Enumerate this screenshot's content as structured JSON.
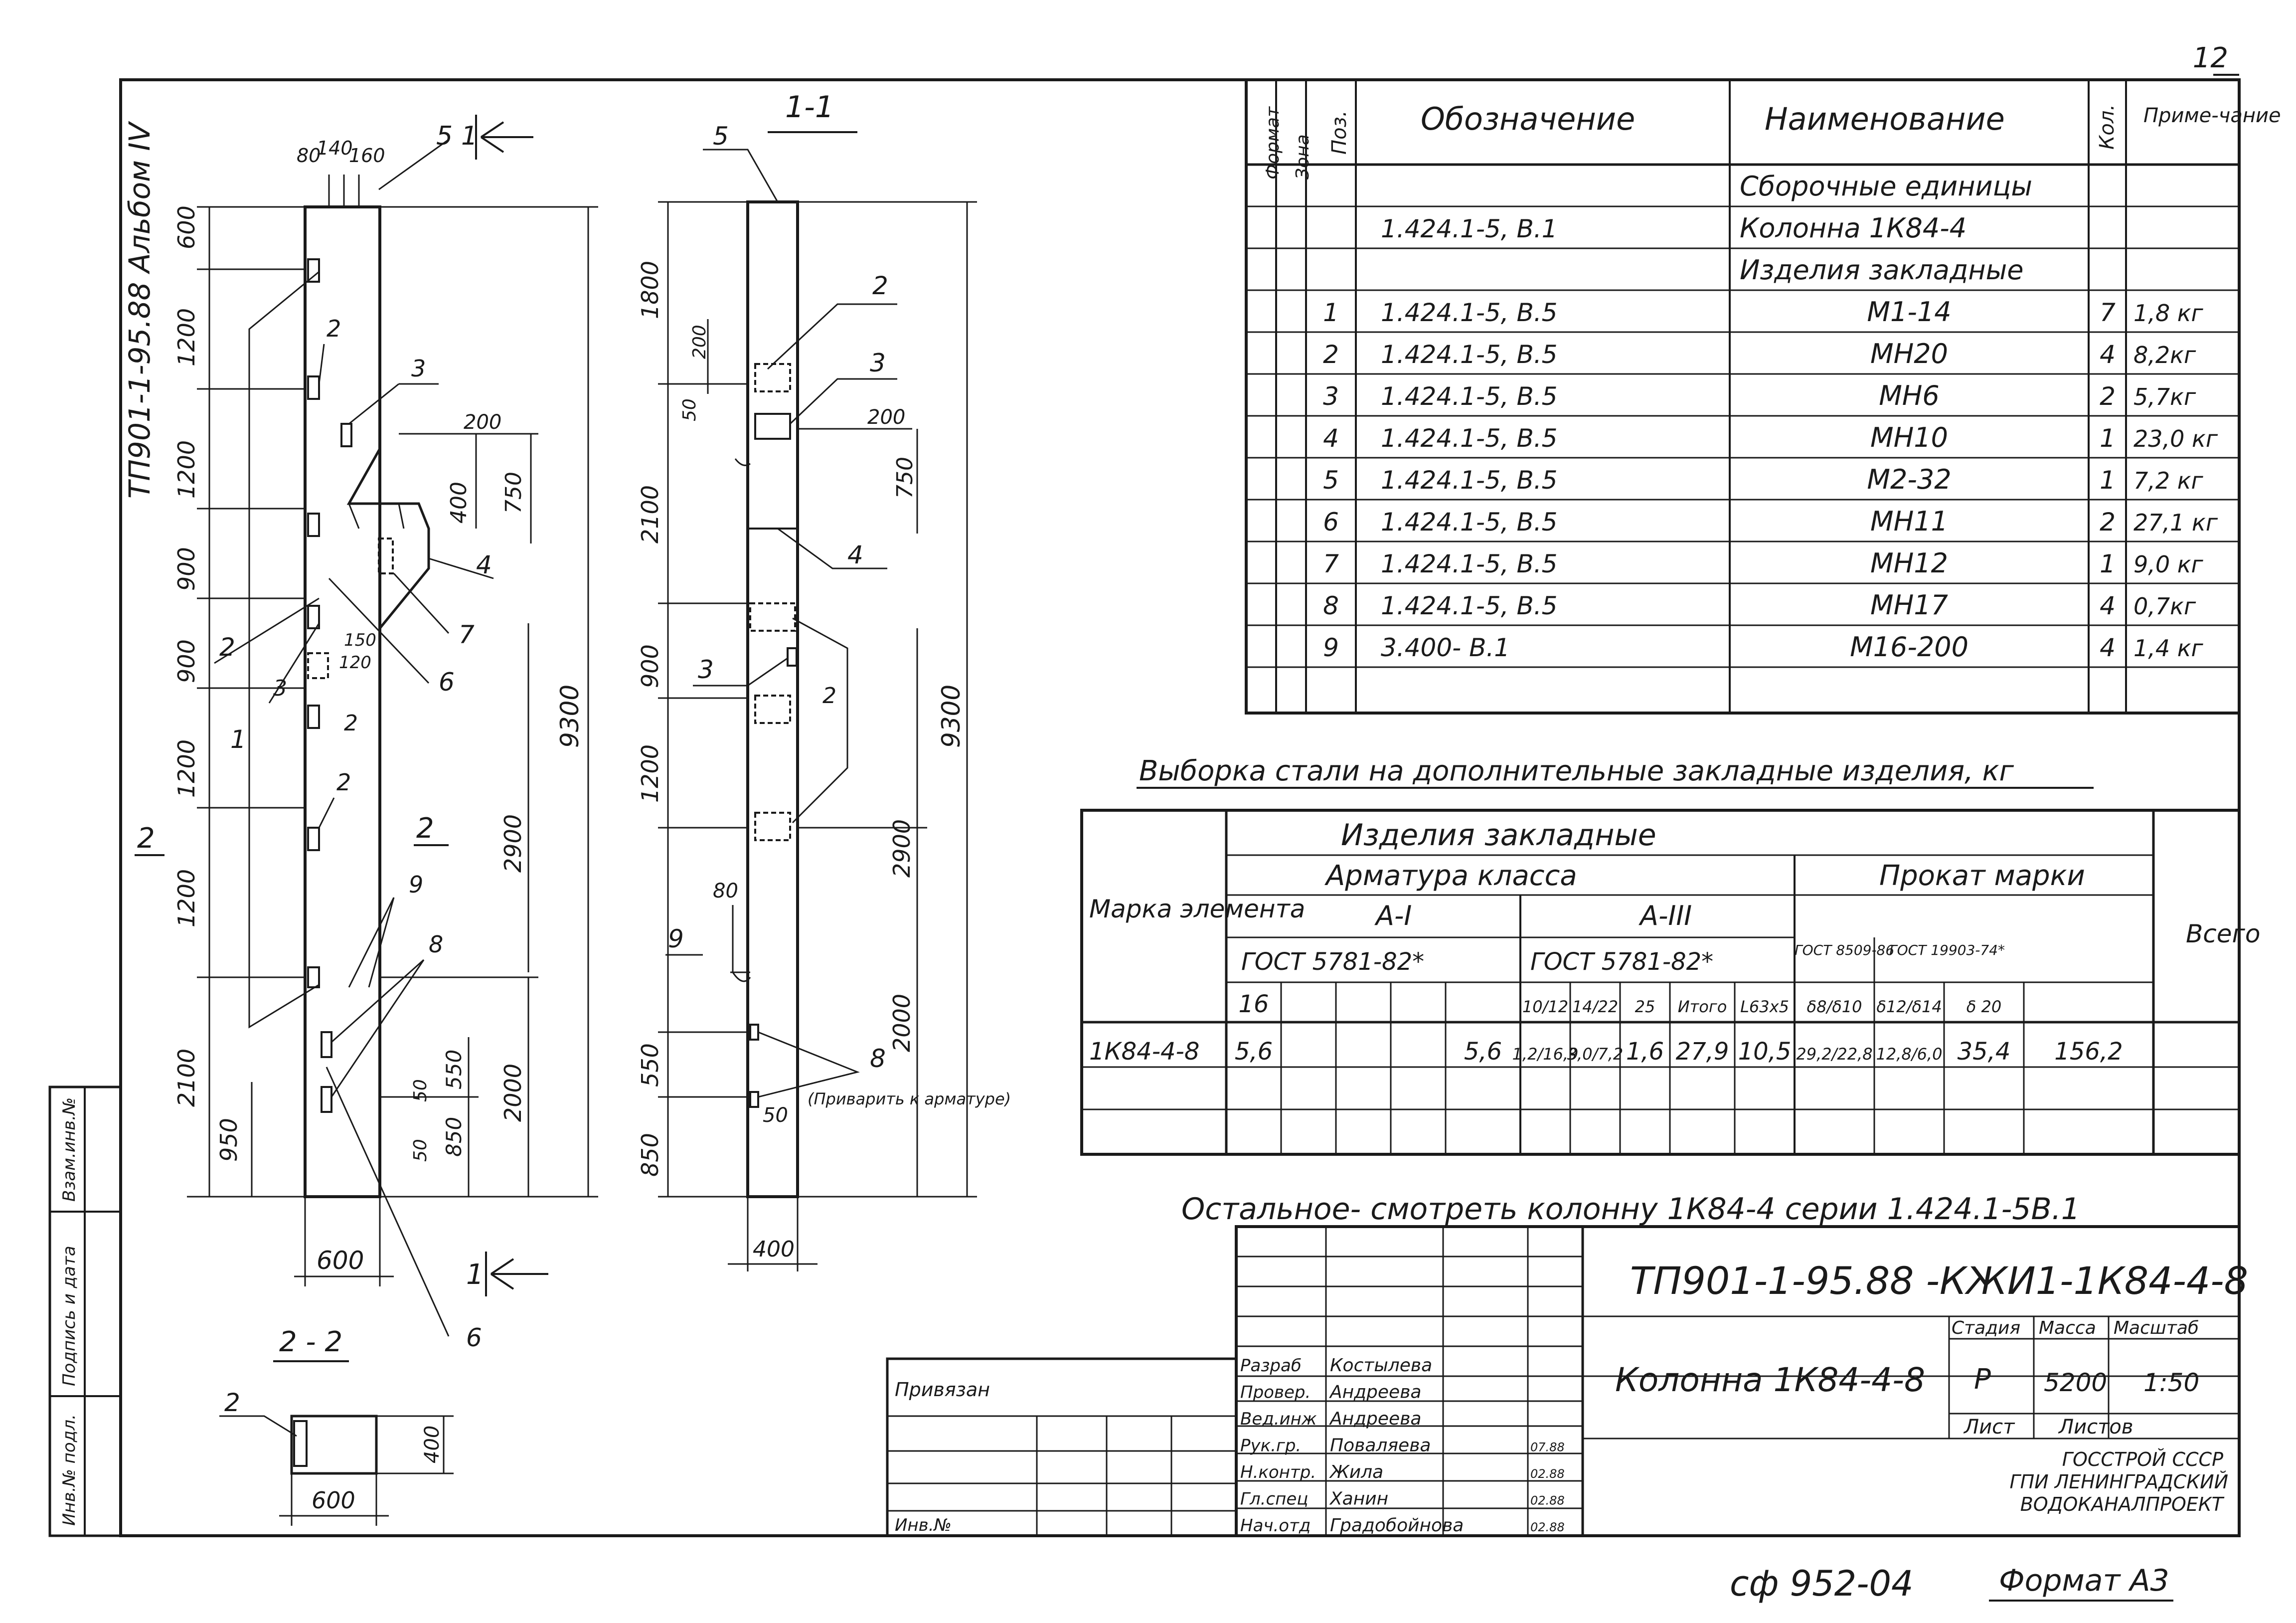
{
  "page": {
    "sheet_number": "12",
    "side_code": "ТП901-1-95.88 Альбом IV",
    "footer_code": "сф 952-04",
    "footer_format": "Формат А3"
  },
  "left_strip": [
    "Инв.№ подл.",
    "Подпись и дата",
    "Взам.инв.№"
  ],
  "views": {
    "elevation": {
      "dims_left": [
        "600",
        "1200",
        "1200",
        "900",
        "900",
        "1200",
        "1200",
        "2100"
      ],
      "dims_top": [
        "80",
        "140",
        "160"
      ],
      "dims_right": [
        "200",
        "400",
        "750",
        "2900",
        "2000",
        "550",
        "850",
        "50",
        "50",
        "120",
        "150"
      ],
      "total": "9300",
      "base_width": "600",
      "bottom_left": "950",
      "callouts": [
        "5",
        "1",
        "2",
        "3",
        "4",
        "7",
        "6",
        "2",
        "1",
        "2",
        "2",
        "9",
        "8",
        "6",
        "3",
        "2"
      ],
      "section_mark_left": "2",
      "section_mark_right": "2",
      "section_arrow_top": "1",
      "section_arrow_bottom": "1"
    },
    "section_1_1": {
      "title": "1-1",
      "dims_left": [
        "1800",
        "2100",
        "900",
        "1200",
        "550",
        "850"
      ],
      "dims_small": [
        "200",
        "50",
        "80",
        "50"
      ],
      "dims_right": [
        "200",
        "750",
        "2900",
        "2000"
      ],
      "total": "9300",
      "base_width": "400",
      "callouts": [
        "5",
        "2",
        "3",
        "4",
        "3",
        "2",
        "9",
        "8"
      ],
      "note": "(Приварить к арматуре)"
    },
    "section_2_2": {
      "title": "2 - 2",
      "width": "600",
      "height": "400",
      "callout": "2"
    }
  },
  "spec": {
    "headers": [
      "Формат",
      "Зона",
      "Поз.",
      "Обозначение",
      "Наименование",
      "Кол.",
      "Приме-чание"
    ],
    "rows": [
      {
        "pos": "",
        "designation": "",
        "name": "Сборочные единицы",
        "qty": "",
        "note": ""
      },
      {
        "pos": "",
        "designation": "1.424.1-5, В.1",
        "name": "Колонна 1К84-4",
        "qty": "",
        "note": ""
      },
      {
        "pos": "",
        "designation": "",
        "name": "Изделия закладные",
        "qty": "",
        "note": ""
      },
      {
        "pos": "1",
        "designation": "1.424.1-5, В.5",
        "name": "М1-14",
        "qty": "7",
        "note": "1,8 кг"
      },
      {
        "pos": "2",
        "designation": "1.424.1-5, В.5",
        "name": "МН20",
        "qty": "4",
        "note": "8,2кг"
      },
      {
        "pos": "3",
        "designation": "1.424.1-5, В.5",
        "name": "МН6",
        "qty": "2",
        "note": "5,7кг"
      },
      {
        "pos": "4",
        "designation": "1.424.1-5, В.5",
        "name": "МН10",
        "qty": "1",
        "note": "23,0 кг"
      },
      {
        "pos": "5",
        "designation": "1.424.1-5, В.5",
        "name": "М2-32",
        "qty": "1",
        "note": "7,2 кг"
      },
      {
        "pos": "6",
        "designation": "1.424.1-5, В.5",
        "name": "МН11",
        "qty": "2",
        "note": "27,1 кг"
      },
      {
        "pos": "7",
        "designation": "1.424.1-5, В.5",
        "name": "МН12",
        "qty": "1",
        "note": "9,0 кг"
      },
      {
        "pos": "8",
        "designation": "1.424.1-5, В.5",
        "name": "МН17",
        "qty": "4",
        "note": "0,7кг"
      },
      {
        "pos": "9",
        "designation": "3.400-  В.1",
        "name": "М16-200",
        "qty": "4",
        "note": "1,4 кг"
      },
      {
        "pos": "",
        "designation": "",
        "name": "",
        "qty": "",
        "note": ""
      }
    ]
  },
  "steel": {
    "title": "Выборка стали на дополнительные закладные изделия, кг",
    "h_mark": "Марка элемента",
    "h_items": "Изделия закладные",
    "h_rebar": "Арматура класса",
    "h_rolled": "Прокат марки",
    "h_total": "Всего",
    "h_a1": "А-I",
    "h_a3": "А-III",
    "h_gost1": "ГОСТ 5781-82*",
    "h_gost2": "ГОСТ 5781-82*",
    "h_gost3": "ГОСТ 8509-86",
    "h_gost4": "ГОСТ 19903-74*",
    "sub": [
      "16",
      "",
      "",
      "",
      "",
      "10/12",
      "14/22",
      "25",
      "Итого",
      "L63х5",
      "δ8/δ10",
      "δ12/δ14",
      "δ 20"
    ],
    "row": [
      "1К84-4-8",
      "5,6",
      "",
      "",
      "",
      "5,6",
      "1,2/16,9",
      "3,0/7,2",
      "1,6",
      "27,9",
      "10,5",
      "29,2/22,8",
      "12,8/6,0",
      "35,4",
      "156,2"
    ]
  },
  "note_bottom": "Остальное- смотреть колонну 1К84-4 серии 1.424.1-5В.1",
  "titleblock": {
    "code": "ТП901-1-95.88 -КЖИ1-1К84-4-8",
    "name": "Колонна 1К84-4-8",
    "stage_h": "Стадия",
    "mass_h": "Масса",
    "scale_h": "Масштаб",
    "stage": "Р",
    "mass": "5200",
    "scale": "1:50",
    "sheet_h": "Лист",
    "sheets_h": "Листов",
    "org": [
      "ГОССТРОЙ СССР",
      "ГПИ ЛЕНИНГРАДСКИЙ",
      "ВОДОКАНАЛПРОЕКТ"
    ],
    "people": [
      {
        "role": "Разраб",
        "name": "Костылева",
        "date": ""
      },
      {
        "role": "Провер.",
        "name": "Андреева",
        "date": ""
      },
      {
        "role": "Вед.инж",
        "name": "Андреева",
        "date": ""
      },
      {
        "role": "Рук.гр.",
        "name": "Поваляева",
        "date": "07.88"
      },
      {
        "role": "Н.контр.",
        "name": "Жила",
        "date": "02.88"
      },
      {
        "role": "Гл.спец",
        "name": "Ханин",
        "date": "02.88"
      },
      {
        "role": "Нач.отд",
        "name": "Градобойнова",
        "date": "02.88"
      }
    ],
    "privyazan": "Привязан",
    "inv": "Инв.№"
  }
}
